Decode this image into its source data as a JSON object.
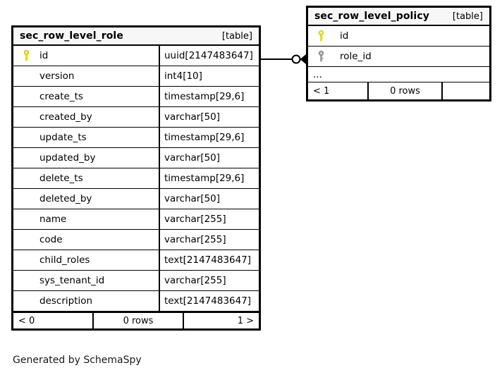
{
  "caption": "Generated by SchemaSpy",
  "kind_label": "[table]",
  "icons": {
    "primary_key": "key-icon-primary",
    "foreign_key": "key-icon-foreign"
  },
  "colors": {
    "primary_key": "#e8e81c",
    "foreign_key": "#9e9e9e",
    "border": "#000000",
    "header_bg": "#f7f7f7",
    "background": "#ffffff"
  },
  "tables": [
    {
      "name": "sec_row_level_role",
      "kind": "[table]",
      "columns": [
        {
          "key": "primary",
          "name": "id",
          "type": "uuid[2147483647]"
        },
        {
          "key": "none",
          "name": "version",
          "type": "int4[10]"
        },
        {
          "key": "none",
          "name": "create_ts",
          "type": "timestamp[29,6]"
        },
        {
          "key": "none",
          "name": "created_by",
          "type": "varchar[50]"
        },
        {
          "key": "none",
          "name": "update_ts",
          "type": "timestamp[29,6]"
        },
        {
          "key": "none",
          "name": "updated_by",
          "type": "varchar[50]"
        },
        {
          "key": "none",
          "name": "delete_ts",
          "type": "timestamp[29,6]"
        },
        {
          "key": "none",
          "name": "deleted_by",
          "type": "varchar[50]"
        },
        {
          "key": "none",
          "name": "name",
          "type": "varchar[255]"
        },
        {
          "key": "none",
          "name": "code",
          "type": "varchar[255]"
        },
        {
          "key": "none",
          "name": "child_roles",
          "type": "text[2147483647]"
        },
        {
          "key": "none",
          "name": "sys_tenant_id",
          "type": "varchar[255]"
        },
        {
          "key": "none",
          "name": "description",
          "type": "text[2147483647]"
        }
      ],
      "footer": {
        "left": "< 0",
        "middle": "0 rows",
        "right": "1 >"
      }
    },
    {
      "name": "sec_row_level_policy",
      "kind": "[table]",
      "columns": [
        {
          "key": "primary",
          "name": "id",
          "type": ""
        },
        {
          "key": "foreign",
          "name": "role_id",
          "type": ""
        }
      ],
      "more_indicator": "...",
      "footer": {
        "left": "< 1",
        "middle": "0 rows",
        "right": ""
      }
    }
  ],
  "relationship": {
    "from_table": "sec_row_level_role",
    "from_column": "id",
    "to_table": "sec_row_level_policy",
    "to_column": "role_id",
    "from_cardinality": "zero-or-one",
    "to_cardinality": "many"
  }
}
